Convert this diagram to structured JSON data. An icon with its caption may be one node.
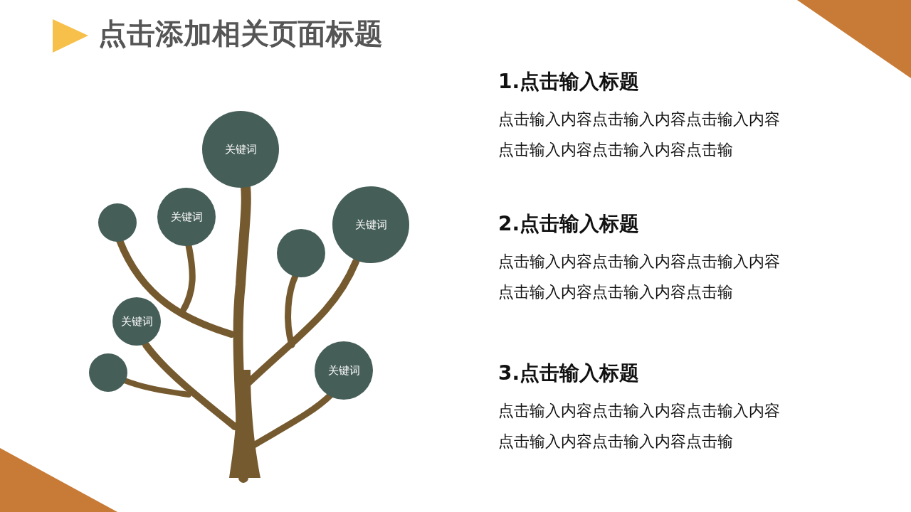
{
  "diagram": {
    "title": "点击添加相关页面标题",
    "nodes": [
      {
        "text": [
          "关键词"
        ]
      },
      {
        "text": [
          "关键词"
        ]
      },
      {
        "text": [],
        "shape": "circle"
      },
      {
        "text": [
          "关键词"
        ]
      },
      {
        "text": [],
        "shape": "circle"
      },
      {
        "text": [
          "关键词"
        ]
      },
      {
        "text": [
          "关键词"
        ]
      },
      {
        "text": [],
        "shape": "circle"
      }
    ],
    "labels": [
      "1.点击输入标题",
      "点击输入内容点击输入内容点击输入内容点击输入内容点击输入内容点击输",
      "2.点击输入标题",
      "点击输入内容点击输入内容点击输入内容点击输入内容点击输入内容点击输",
      "3.点击输入标题",
      "点击输入内容点击输入内容点击输入内容点击输入内容点击输入内容点击输"
    ]
  }
}
